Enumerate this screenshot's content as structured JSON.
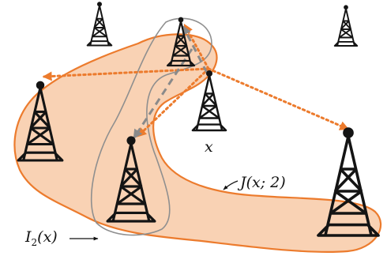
{
  "figure": {
    "towers": [
      {
        "id": "t-top-left-small",
        "role": "background"
      },
      {
        "id": "t-top-right-small",
        "role": "background"
      },
      {
        "id": "t-top-center",
        "role": "neighbor"
      },
      {
        "id": "t-left",
        "role": "neighbor"
      },
      {
        "id": "t-center-x",
        "role": "source"
      },
      {
        "id": "t-lower-left",
        "role": "neighbor"
      },
      {
        "id": "t-right-large",
        "role": "neighbor"
      }
    ],
    "labels": {
      "source": "x",
      "region_j": "J(x; 2)",
      "region_i": "I",
      "region_i_subscript": "2",
      "region_i_arg": "(x)"
    },
    "colors": {
      "region_fill": "#f9d2b4",
      "region_stroke": "#ec7b2d",
      "dotted_arrow": "#ec7b2d",
      "dashed_arrow": "#8a8a8a",
      "inner_outline": "#8f8f8f",
      "tower": "#141414"
    }
  }
}
